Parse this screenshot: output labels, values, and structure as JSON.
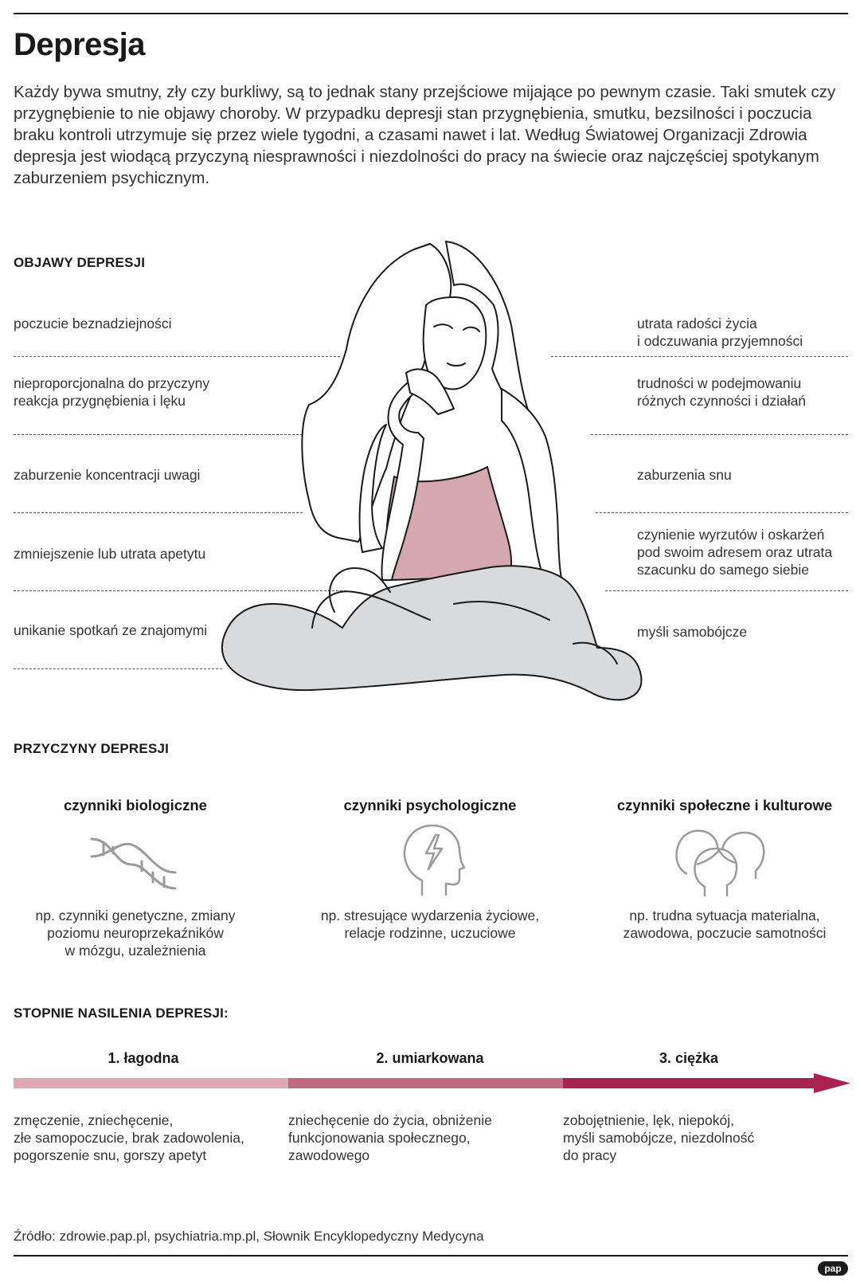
{
  "title": "Depresja",
  "intro": "Każdy bywa smutny, zły czy burkliwy, są to jednak stany przejściowe mijające po pewnym czasie. Taki smutek czy przygnębienie to nie objawy choroby. W przypadku depresji stan przygnębienia, smutku, bezsilności i poczucia braku kontroli utrzymuje się przez wiele tygodni, a czasami nawet i lat. Według Światowej Organizacji Zdrowia depresja jest wiodącą przyczyną niesprawności i niezdolności do pracy na świecie oraz najczęściej spotykanym zaburzeniem psychicznym.",
  "symptoms": {
    "heading": "OBJAWY DEPRESJI",
    "left": [
      "poczucie beznadziejności",
      "nieproporcjonalna do przyczyny\nreakcja przygnębienia i lęku",
      "zaburzenie koncentracji uwagi",
      "zmniejszenie lub utrata apetytu",
      "unikanie spotkań ze znajomymi"
    ],
    "right": [
      "utrata radości życia\ni odczuwania przyjemności",
      "trudności w podejmowaniu\nróżnych czynności i działań",
      "zaburzenia snu",
      "czynienie wyrzutów i oskarżeń\npod swoim adresem oraz utrata\nszacunku do samego siebie",
      "myśli samobójcze"
    ]
  },
  "causes": {
    "heading": "PRZYCZYNY DEPRESJI",
    "items": [
      {
        "title": "czynniki biologiczne",
        "icon": "dna-icon",
        "desc": "np. czynniki genetyczne,  zmiany\npoziomu neuroprzekaźników\nw mózgu, uzależnienia"
      },
      {
        "title": "czynniki psychologiczne",
        "icon": "head-lightning-icon",
        "desc": "np. stresujące wydarzenia życiowe,\nrelacje rodzinne, uczuciowe"
      },
      {
        "title": "czynniki społeczne i kulturowe",
        "icon": "people-icon",
        "desc": "np. trudna sytuacja materialna,\nzawodowa, poczucie samotności"
      }
    ]
  },
  "severity": {
    "heading": "STOPNIE NASILENIA DEPRESJI:",
    "levels": [
      {
        "label": "1. łagodna",
        "color": "#dba9b3",
        "desc": "zmęczenie, zniechęcenie,\nzłe samopoczucie, brak zadowolenia,\npogorszenie snu, gorszy apetyt"
      },
      {
        "label": "2. umiarkowana",
        "color": "#c06a80",
        "desc": "zniechęcenie do życia, obniżenie\nfunkcjonowania społecznego,\nzawodowego"
      },
      {
        "label": "3. ciężka",
        "color": "#a8244e",
        "desc": "zobojętnienie, lęk, niepokój,\nmyśli samobójcze, niezdolność\ndo pracy"
      }
    ]
  },
  "source": "Źródło: zdrowie.pap.pl, psychiatria.mp.pl, Słownik Encyklopedyczny Medycyna",
  "logo": "pap",
  "colors": {
    "shirt": "#d4a8ae",
    "pants": "#d9dadb",
    "text": "#1a1a1a"
  }
}
